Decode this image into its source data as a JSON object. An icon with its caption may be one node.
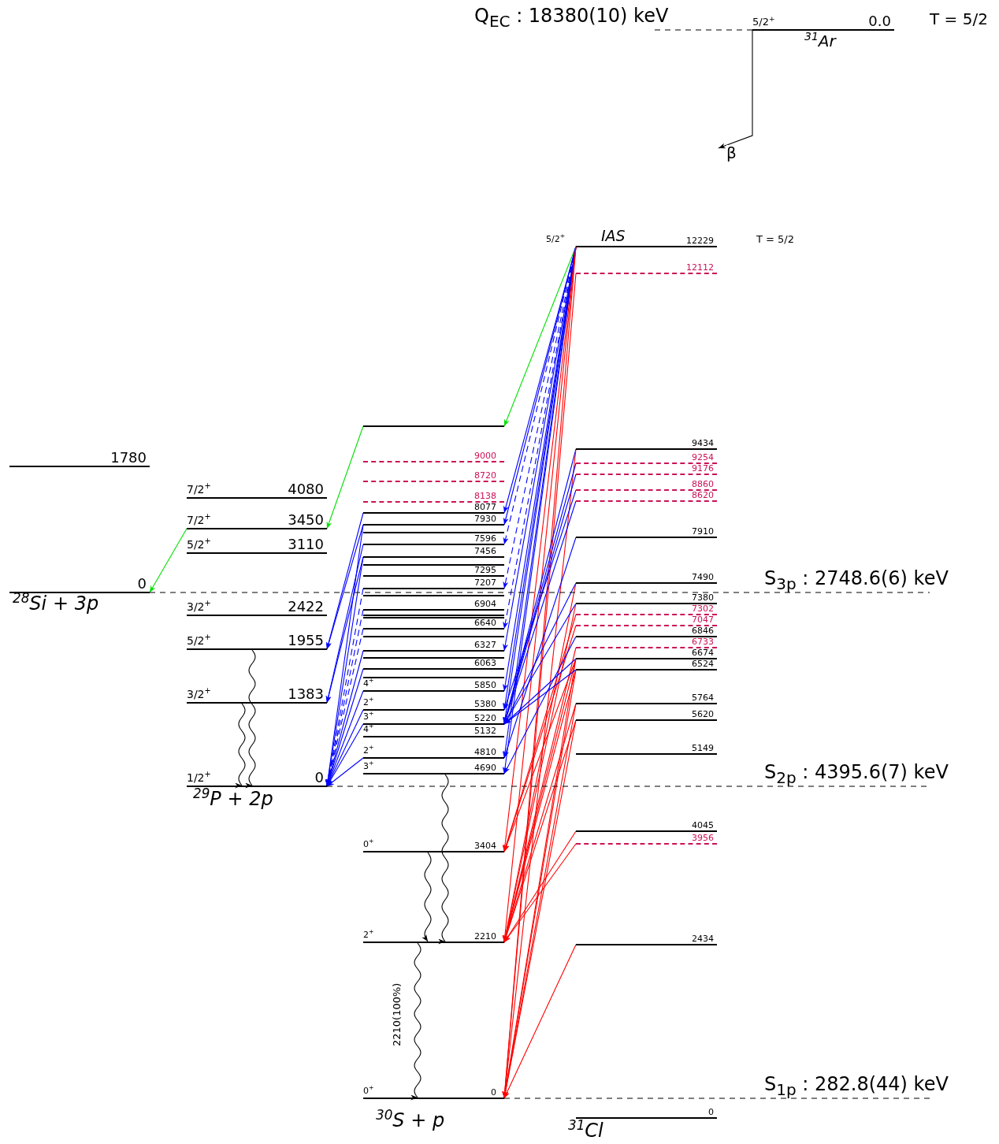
{
  "diagram": {
    "nodes": [
      {
        "text": [
          "5/2$^{+}$",
          "0.0"
        ],
        "beside": [
          "$^{31}$Ar",
          "T = 5/2"
        ]
      },
      {
        "text": [
          "5/2$^{+}$",
          "IAS",
          "12229"
        ],
        "beside": [
          "T = 5/2"
        ]
      },
      {
        "text": [
          "12112"
        ]
      },
      {
        "text": [
          "9434"
        ]
      },
      {
        "text": [
          "9254"
        ]
      },
      {
        "text": [
          "9176"
        ]
      },
      {
        "text": [
          "8860"
        ]
      },
      {
        "text": [
          "8620"
        ]
      },
      {
        "text": [
          "7910"
        ]
      },
      {
        "text": [
          "7490"
        ]
      },
      {
        "text": [
          "7380"
        ]
      },
      {
        "text": [
          "7302"
        ]
      },
      {
        "text": [
          "7047"
        ]
      },
      {
        "text": [
          "6846"
        ]
      },
      {
        "text": [
          "6733"
        ]
      },
      {
        "text": [
          "6674"
        ]
      },
      {
        "text": [
          "6524"
        ]
      },
      {
        "text": [
          "5764"
        ]
      },
      {
        "text": [
          "5620"
        ]
      },
      {
        "text": [
          "5149"
        ]
      },
      {
        "text": [
          "4045"
        ]
      },
      {
        "text": [
          "3956"
        ]
      },
      {
        "text": [
          "2434"
        ]
      },
      {
        "text": [
          "0"
        ],
        "beside": [
          "$^{31}$Cl"
        ]
      },
      {
        "text": [],
        "shape": "bar"
      },
      {
        "text": [
          "9000"
        ]
      },
      {
        "text": [
          "8720"
        ]
      },
      {
        "text": [
          "8138"
        ]
      },
      {
        "text": [
          "8077"
        ]
      },
      {
        "text": [
          "7930"
        ]
      },
      {
        "text": [],
        "shape": "bar"
      },
      {
        "text": [
          "7596"
        ]
      },
      {
        "text": [
          "7456"
        ]
      },
      {
        "text": [],
        "shape": "bar"
      },
      {
        "text": [
          "7295"
        ]
      },
      {
        "text": [
          "7207"
        ]
      },
      {
        "text": [],
        "shape": "bar"
      },
      {
        "text": [
          "6904"
        ]
      },
      {
        "text": [],
        "shape": "bar"
      },
      {
        "text": [],
        "shape": "bar"
      },
      {
        "text": [
          "6640"
        ]
      },
      {
        "text": [],
        "shape": "bar"
      },
      {
        "text": [
          "6327"
        ]
      },
      {
        "text": [],
        "shape": "bar"
      },
      {
        "text": [
          "6063"
        ]
      },
      {
        "text": [],
        "shape": "bar"
      },
      {
        "text": [
          "4$^{+}$",
          "5850"
        ]
      },
      {
        "text": [
          "2$^{+}$",
          "5380"
        ]
      },
      {
        "text": [
          "3$^{+}$",
          "5220"
        ]
      },
      {
        "text": [
          "4$^{+}$",
          "5132"
        ]
      },
      {
        "text": [
          "2$^{+}$",
          "4810"
        ]
      },
      {
        "text": [
          "3$^{+}$",
          "4690"
        ]
      },
      {
        "text": [
          "0$^{+}$",
          "3404"
        ]
      },
      {
        "text": [
          "2$^{+}$",
          "2210"
        ]
      },
      {
        "text": [
          "0$^{+}$",
          "0"
        ],
        "beside": [
          "$^{30}$S + p"
        ]
      },
      {
        "text": [
          "7/2$^{+}$",
          "4080"
        ]
      },
      {
        "text": [
          "7/2$^{+}$",
          "3450"
        ]
      },
      {
        "text": [
          "5/2$^{+}$",
          "3110"
        ]
      },
      {
        "text": [
          "3/2$^{+}$",
          "2422"
        ]
      },
      {
        "text": [
          "5/2$^{+}$",
          "1955"
        ]
      },
      {
        "text": [
          "3/2$^{+}$",
          "1383"
        ]
      },
      {
        "text": [
          "1/2$^{+}$",
          "0"
        ],
        "beside": [
          "$^{29}$P + 2p"
        ]
      },
      {
        "text": [
          "1780"
        ]
      },
      {
        "text": [
          "0"
        ],
        "beside": [
          "$^{28}$Si + 3p"
        ]
      },
      {
        "text": [
          "Q$_{EC}$ : 18380(10) keV"
        ]
      },
      {
        "text": [
          "S$_{3p}$ : 2748.6(6) keV"
        ]
      },
      {
        "text": [
          "S$_{2p}$ : 4395.6(7) keV"
        ]
      },
      {
        "text": [
          "S$_{1p}$ : 282.8(44) keV"
        ]
      }
    ],
    "edges": [
      {
        "from": 0,
        "to": null,
        "arrow": "to",
        "label": "β",
        "color": "#000000"
      },
      {
        "from": 1,
        "to": 24,
        "arrow": "to",
        "color": "#00e000"
      },
      {
        "from": 24,
        "to": 56,
        "arrow": "to",
        "color": "#00e000"
      },
      {
        "from": 56,
        "to": 63,
        "arrow": "to",
        "color": "#00e000"
      },
      {
        "from": 1,
        "to": 28,
        "arrow": "to"
      },
      {
        "from": 1,
        "to": 29,
        "arrow": "to"
      },
      {
        "from": 1,
        "to": 31,
        "arrow": "to",
        "style": "dashed"
      },
      {
        "from": 1,
        "to": 35,
        "arrow": "to",
        "style": "dashed"
      },
      {
        "from": 1,
        "to": 40,
        "arrow": "to",
        "style": "dashed"
      },
      {
        "from": 1,
        "to": 42,
        "arrow": "to"
      },
      {
        "from": 1,
        "to": 46,
        "arrow": "to"
      },
      {
        "from": 1,
        "to": 47,
        "arrow": "to"
      },
      {
        "from": 1,
        "to": 48,
        "arrow": "to"
      },
      {
        "from": 1,
        "to": 50,
        "arrow": "to"
      },
      {
        "from": 1,
        "to": 51,
        "arrow": "to"
      },
      {
        "from": 1,
        "to": 52,
        "arrow": "to",
        "color": "#ff0000"
      },
      {
        "from": 1,
        "to": 53,
        "arrow": "to",
        "color": "#ff0000"
      },
      {
        "from": 1,
        "to": 54,
        "arrow": "to",
        "color": "#ff0000"
      },
      {
        "from": 2,
        "to": 54,
        "arrow": "to",
        "color": "#ff0000"
      },
      {
        "from": 3,
        "to": 48,
        "arrow": "to"
      },
      {
        "from": 3,
        "to": 54,
        "arrow": "to",
        "color": "#ff0000"
      },
      {
        "from": 4,
        "to": 48,
        "arrow": "to"
      },
      {
        "from": 5,
        "to": 48,
        "arrow": "to"
      },
      {
        "from": 6,
        "to": 47,
        "arrow": "to"
      },
      {
        "from": 7,
        "to": 48,
        "arrow": "to"
      },
      {
        "from": 8,
        "to": 50,
        "arrow": "to"
      },
      {
        "from": 9,
        "to": 48,
        "arrow": "to"
      },
      {
        "from": 9,
        "to": 53,
        "arrow": "to",
        "color": "#ff0000"
      },
      {
        "from": 10,
        "to": 48,
        "arrow": "to"
      },
      {
        "from": 10,
        "to": 53,
        "arrow": "to",
        "color": "#ff0000"
      },
      {
        "from": 11,
        "to": 52,
        "arrow": "to",
        "color": "#ff0000"
      },
      {
        "from": 12,
        "to": 52,
        "arrow": "to",
        "color": "#ff0000"
      },
      {
        "from": 13,
        "to": 51,
        "arrow": "to"
      },
      {
        "from": 14,
        "to": 53,
        "arrow": "to",
        "color": "#ff0000"
      },
      {
        "from": 15,
        "to": 48,
        "arrow": "to"
      },
      {
        "from": 15,
        "to": 52,
        "arrow": "to",
        "color": "#ff0000"
      },
      {
        "from": 15,
        "to": 53,
        "arrow": "to",
        "color": "#ff0000"
      },
      {
        "from": 15,
        "to": 54,
        "arrow": "to",
        "color": "#ff0000"
      },
      {
        "from": 16,
        "to": 48,
        "arrow": "to"
      },
      {
        "from": 16,
        "to": 53,
        "arrow": "to",
        "color": "#ff0000"
      },
      {
        "from": 16,
        "to": 54,
        "arrow": "to",
        "color": "#ff0000"
      },
      {
        "from": 17,
        "to": 53,
        "arrow": "to",
        "color": "#ff0000"
      },
      {
        "from": 17,
        "to": 54,
        "arrow": "to",
        "color": "#ff0000"
      },
      {
        "from": 18,
        "to": 53,
        "arrow": "to",
        "color": "#ff0000"
      },
      {
        "from": 18,
        "to": 54,
        "arrow": "to",
        "color": "#ff0000"
      },
      {
        "from": 20,
        "to": 53,
        "arrow": "to",
        "color": "#ff0000"
      },
      {
        "from": 21,
        "to": 53,
        "arrow": "to",
        "color": "#ff0000"
      },
      {
        "from": 22,
        "to": 54,
        "arrow": "to",
        "color": "#ff0000"
      },
      {
        "from": 28,
        "to": 59,
        "arrow": "to"
      },
      {
        "from": 29,
        "to": 59,
        "arrow": "to"
      },
      {
        "from": 31,
        "to": 60,
        "arrow": "to"
      },
      {
        "from": 32,
        "to": 60,
        "arrow": "to"
      },
      {
        "from": 29,
        "to": 61,
        "arrow": "to"
      },
      {
        "from": 32,
        "to": 61,
        "arrow": "to"
      },
      {
        "from": 35,
        "to": 61,
        "arrow": "to",
        "style": "dashed"
      },
      {
        "from": 37,
        "to": 61,
        "arrow": "to",
        "style": "dashed"
      },
      {
        "from": 40,
        "to": 61,
        "arrow": "to",
        "style": "dashed"
      },
      {
        "from": 42,
        "to": 61,
        "arrow": "to"
      },
      {
        "from": 44,
        "to": 61,
        "arrow": "to"
      },
      {
        "from": 46,
        "to": 61,
        "arrow": "to"
      },
      {
        "from": 47,
        "to": 61,
        "arrow": "to"
      },
      {
        "from": 48,
        "to": 61,
        "arrow": "to"
      },
      {
        "from": 50,
        "to": 61,
        "arrow": "to"
      },
      {
        "from": 59,
        "to": 61,
        "arrow": "to",
        "color": "#000000"
      },
      {
        "from": 60,
        "to": 61,
        "arrow": "to",
        "color": "#000000"
      },
      {
        "from": 51,
        "to": 53,
        "arrow": "to",
        "color": "#000000"
      },
      {
        "from": 52,
        "to": 53,
        "arrow": "to",
        "color": "#000000"
      },
      {
        "from": 53,
        "to": 54,
        "arrow": "to",
        "label": "2210(100%)",
        "color": "#000000"
      },
      {
        "from": 0,
        "to": 64,
        "arrow": "none",
        "style": "dashed",
        "color": "#000000"
      },
      {
        "from": 63,
        "to": 65,
        "arrow": "none",
        "style": "dashed",
        "color": "#000000"
      },
      {
        "from": 61,
        "to": 66,
        "arrow": "none",
        "style": "dashed",
        "color": "#000000"
      },
      {
        "from": 54,
        "to": 67,
        "arrow": "none",
        "style": "dashed",
        "color": "#000000"
      }
    ]
  }
}
